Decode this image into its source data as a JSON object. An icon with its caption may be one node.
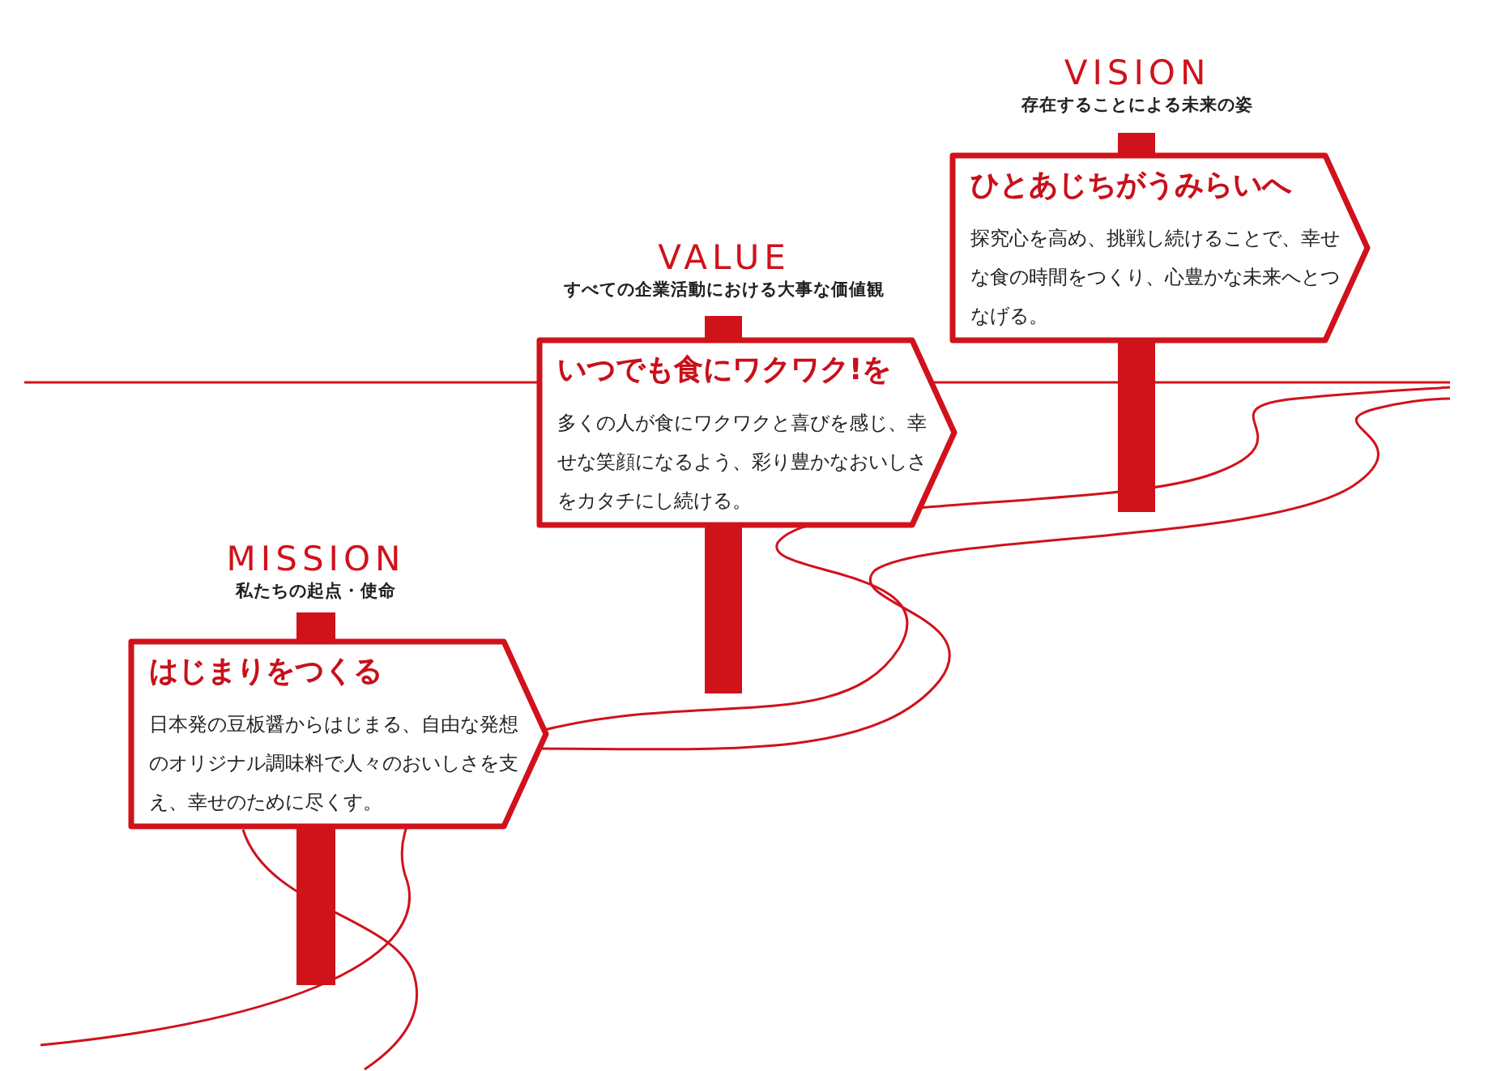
{
  "diagram": {
    "nodes": [
      {
        "text": [
          "VISION",
          "存在することによる未来の姿",
          "ひとあじちがうみらいへ",
          "探究心を高め、挑戦し続けることで、幸せな食の時間をつくり、心豊かな未来へとつなげる。"
        ]
      },
      {
        "text": [
          "VALUE",
          "すべての企業活動における大事な価値観",
          "いつでも食にワクワク!を",
          "多くの人が食にワクワクと喜びを感じ、幸せな笑顔になるよう、彩り豊かなおいしさをカタチにし続ける。"
        ]
      },
      {
        "text": [
          "MISSION",
          "私たちの起点・使命",
          "はじまりをつくる",
          "日本発の豆板醤からはじまる、自由な発想のオリジナル調味料で人々のおいしさを支え、幸せのために尽くす。"
        ]
      }
    ]
  }
}
